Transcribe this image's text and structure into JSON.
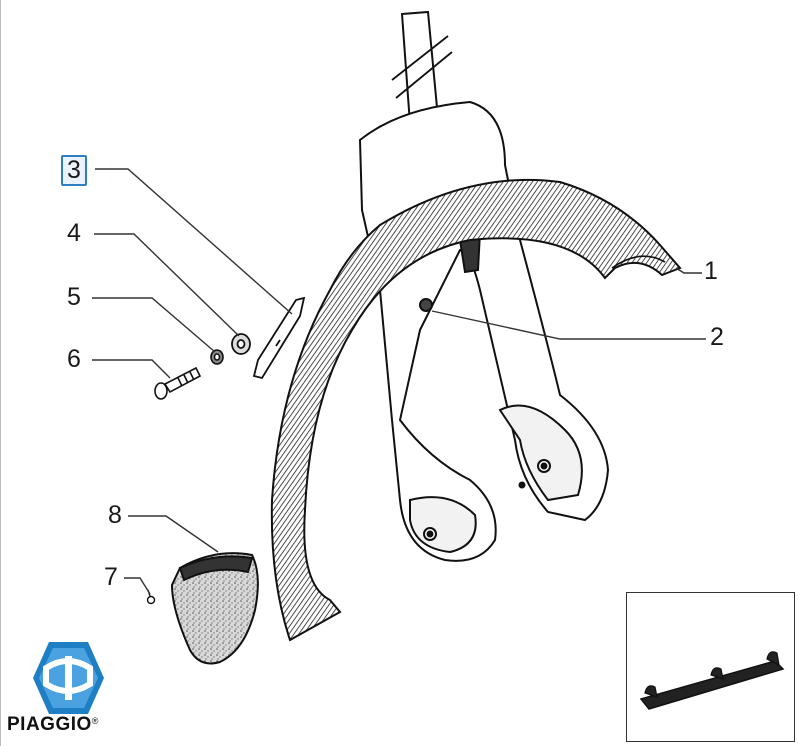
{
  "callouts": [
    {
      "id": "1",
      "label": "1",
      "highlighted": false
    },
    {
      "id": "2",
      "label": "2",
      "highlighted": false
    },
    {
      "id": "3",
      "label": "3",
      "highlighted": true
    },
    {
      "id": "4",
      "label": "4",
      "highlighted": false
    },
    {
      "id": "5",
      "label": "5",
      "highlighted": false
    },
    {
      "id": "6",
      "label": "6",
      "highlighted": false
    },
    {
      "id": "7",
      "label": "7",
      "highlighted": false
    },
    {
      "id": "8",
      "label": "8",
      "highlighted": false
    }
  ],
  "brand": {
    "name": "PIAGGIO",
    "registered_mark": "®",
    "color": "#1f7fc4"
  },
  "highlight_color": "#2f7fbf"
}
